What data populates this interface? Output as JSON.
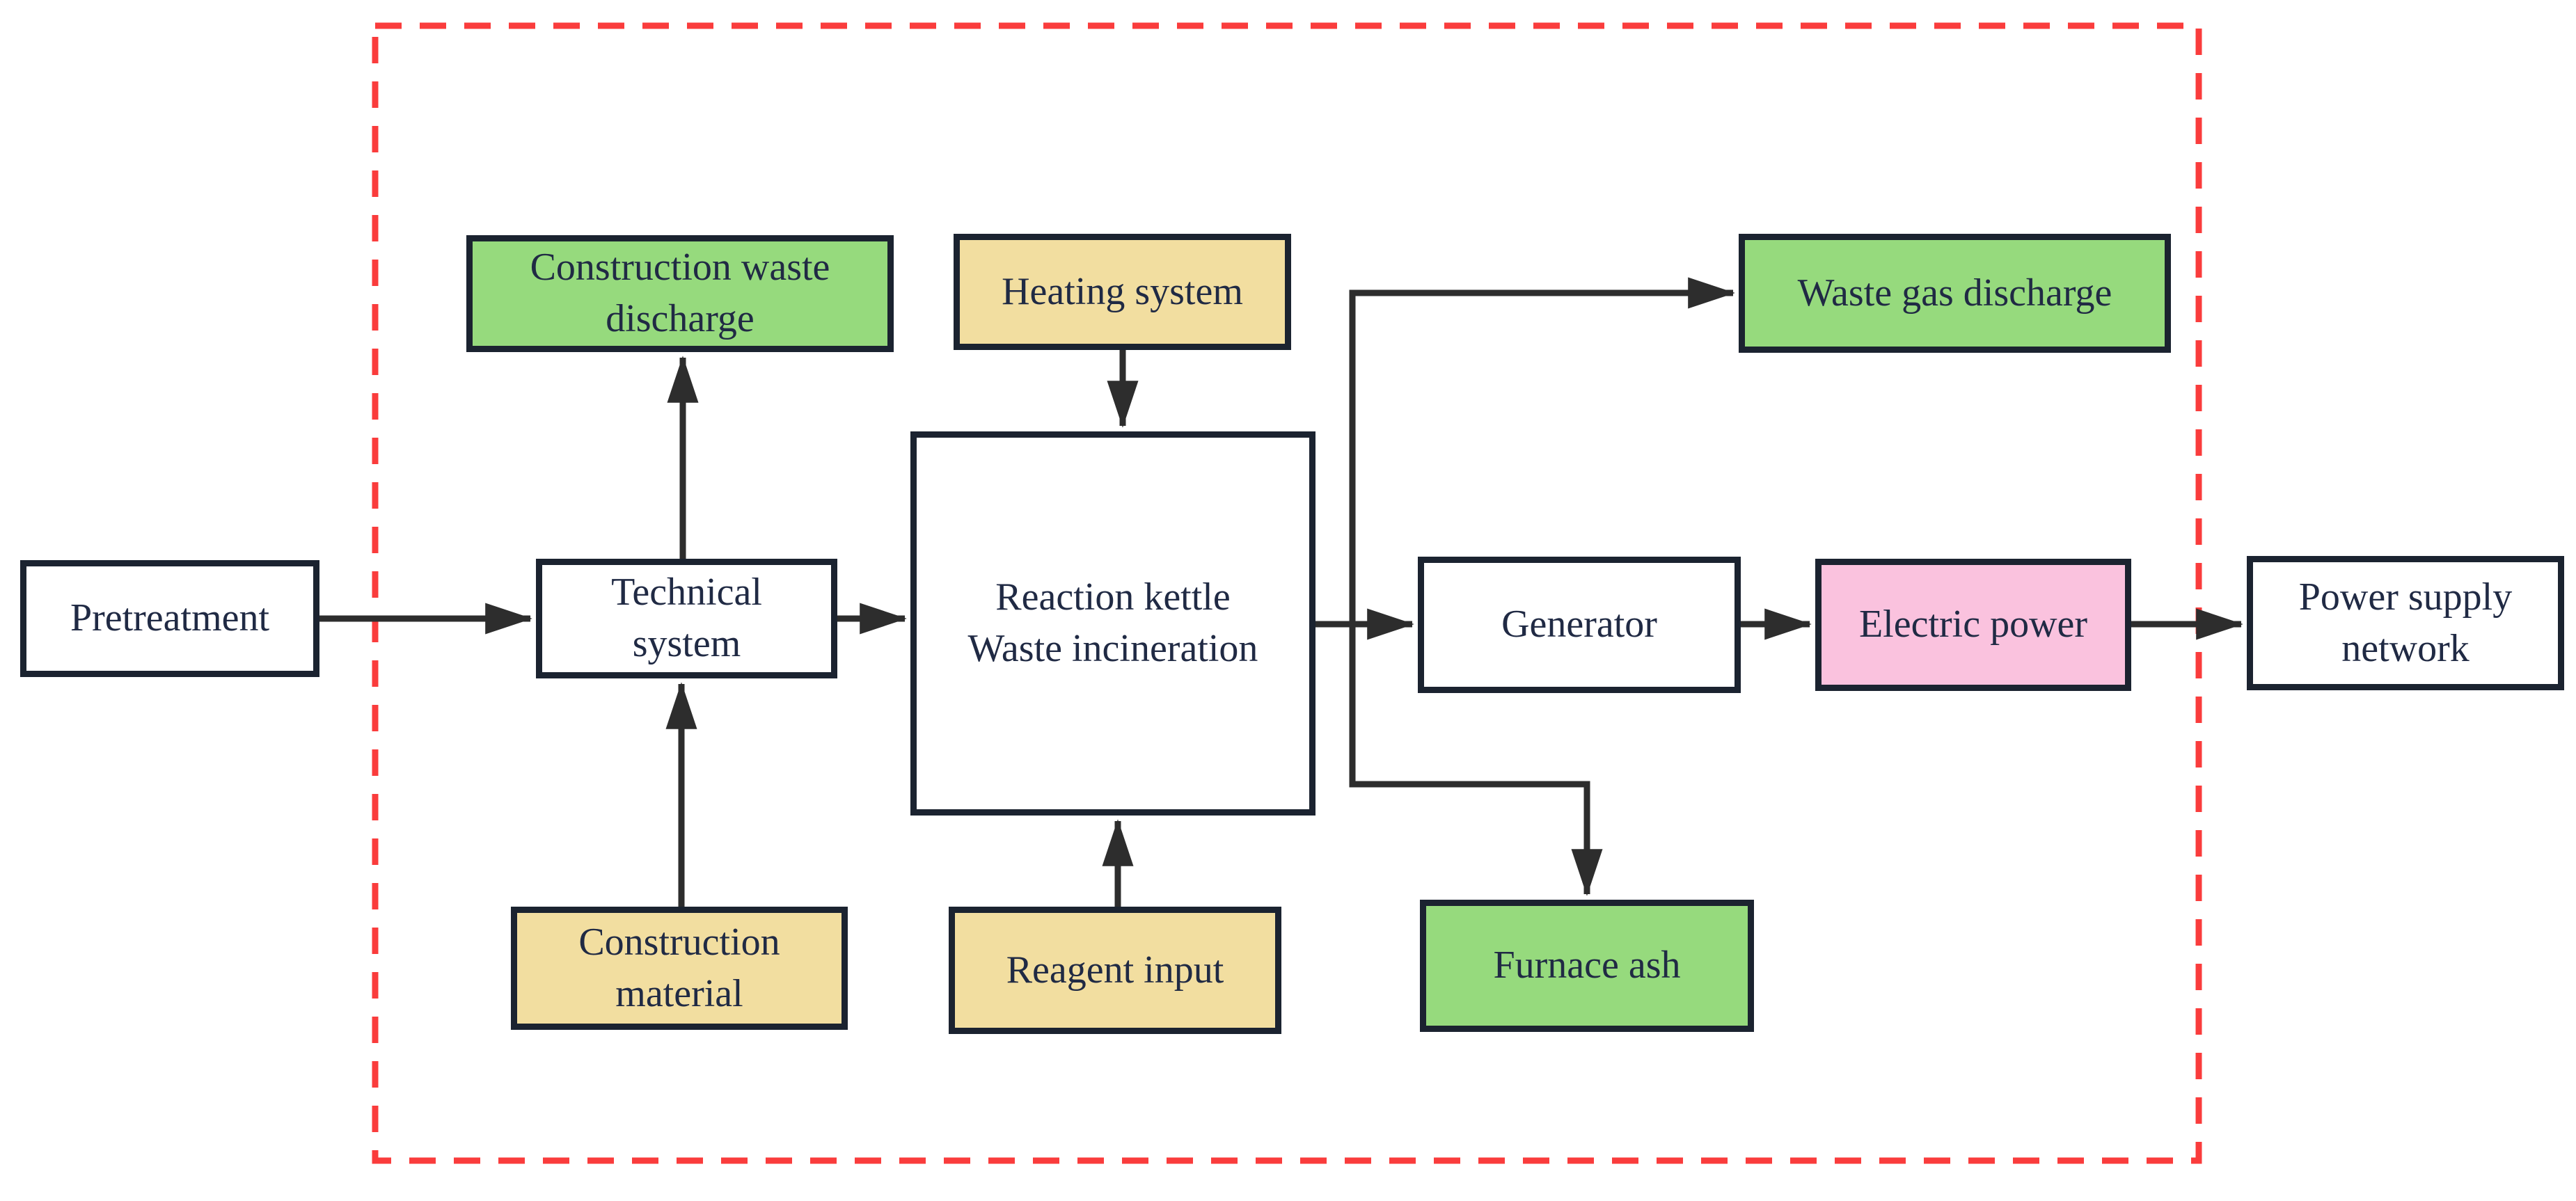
{
  "colors": {
    "white": "#ffffff",
    "green": "#96da7d",
    "tan": "#f2dea0",
    "pink": "#fac2de",
    "box_border": "#1b2330",
    "text": "#202a44",
    "line": "#2d2d2d",
    "dashed_border": "#fa3c3c"
  },
  "boundary": {
    "shape": "dashed-rectangle",
    "color_key": "dashed_border"
  },
  "nodes": [
    {
      "id": "pretreatment",
      "label": "Pretreatment",
      "fill": "white"
    },
    {
      "id": "technical-system",
      "label": "Technical\nsystem",
      "fill": "white"
    },
    {
      "id": "construction-waste-discharge",
      "label": "Construction waste\ndischarge",
      "fill": "green"
    },
    {
      "id": "heating-system",
      "label": "Heating system",
      "fill": "tan"
    },
    {
      "id": "reaction-kettle",
      "label": "Reaction kettle\nWaste incineration",
      "fill": "white"
    },
    {
      "id": "generator",
      "label": "Generator",
      "fill": "white"
    },
    {
      "id": "electric-power",
      "label": "Electric power",
      "fill": "pink"
    },
    {
      "id": "power-supply-network",
      "label": "Power supply\nnetwork",
      "fill": "white"
    },
    {
      "id": "waste-gas-discharge",
      "label": "Waste gas discharge",
      "fill": "green"
    },
    {
      "id": "furnace-ash",
      "label": "Furnace ash",
      "fill": "green"
    },
    {
      "id": "construction-material",
      "label": "Construction\nmaterial",
      "fill": "tan"
    },
    {
      "id": "reagent-input",
      "label": "Reagent input",
      "fill": "tan"
    }
  ],
  "edges": [
    {
      "from": "pretreatment",
      "to": "technical-system"
    },
    {
      "from": "technical-system",
      "to": "construction-waste-discharge"
    },
    {
      "from": "construction-material",
      "to": "technical-system"
    },
    {
      "from": "technical-system",
      "to": "reaction-kettle"
    },
    {
      "from": "heating-system",
      "to": "reaction-kettle"
    },
    {
      "from": "reagent-input",
      "to": "reaction-kettle"
    },
    {
      "from": "reaction-kettle",
      "to": "generator"
    },
    {
      "from": "reaction-kettle",
      "to": "waste-gas-discharge"
    },
    {
      "from": "reaction-kettle",
      "to": "furnace-ash"
    },
    {
      "from": "generator",
      "to": "electric-power"
    },
    {
      "from": "electric-power",
      "to": "power-supply-network"
    }
  ]
}
